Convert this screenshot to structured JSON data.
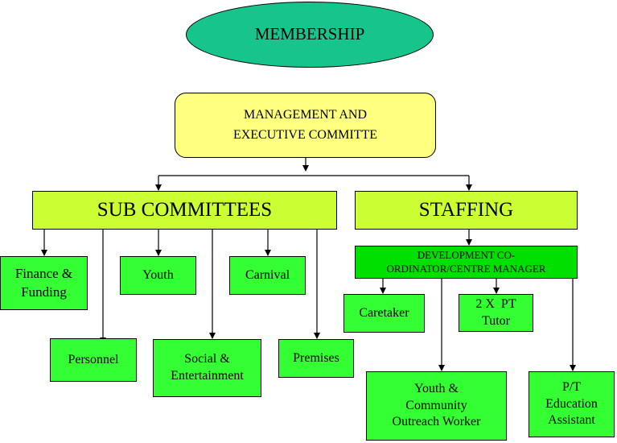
{
  "membership": "MEMBERSHIP",
  "management": {
    "line1": "MANAGEMENT AND",
    "line2": "EXECUTIVE COMMITTE"
  },
  "sub_committees": {
    "title": "SUB COMMITTEES",
    "finance": {
      "line1": "Finance &",
      "line2": "Funding"
    },
    "youth": "Youth",
    "carnival": "Carnival",
    "personnel": "Personnel",
    "social": {
      "line1": "Social &",
      "line2": "Entertainment"
    },
    "premises": "Premises"
  },
  "staffing": {
    "title": "STAFFING",
    "development": {
      "line1": "DEVELOPMENT CO-",
      "line2": "ORDINATOR/CENTRE MANAGER"
    },
    "caretaker": "Caretaker",
    "tutor": {
      "line1": "2 X  PT",
      "line2": "Tutor"
    },
    "outreach": {
      "line1": "Youth &",
      "line2": "Community",
      "line3": "Outreach Worker"
    },
    "education": {
      "line1": "P/T",
      "line2": "Education",
      "line3": "Assistant"
    }
  },
  "colors": {
    "membership": "#17c48c",
    "management": "#ffff80",
    "heading": "#ccff33",
    "leaf": "#33ff33",
    "development": "#00e000"
  }
}
